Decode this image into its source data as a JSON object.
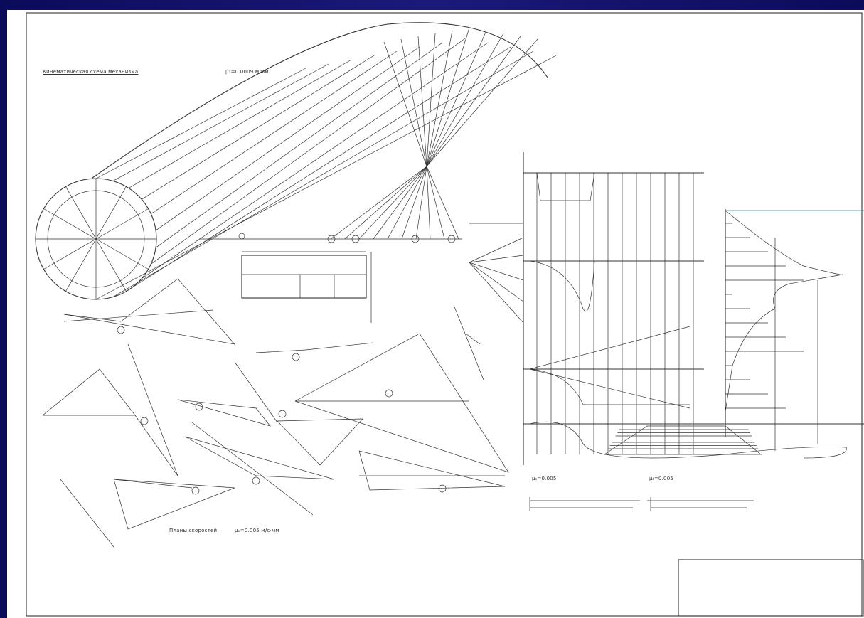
{
  "sheet": {
    "title_mechanism": "Кинематическая схема механизма",
    "scale_mechanism": "μ₁=0.0009 м/мм",
    "title_velocity": "Планы скоростей",
    "scale_velocity": "μᵥ=0.005 м/с·мм",
    "plot_scale_left": "μₛ=0.005",
    "plot_scale_right": "μₜ=0.005"
  },
  "colors": {
    "frame": "#1a1a7a",
    "paper": "#ffffff",
    "ink": "#333333",
    "guide": "#2a8a8a"
  },
  "icons": [
    "compass-circle-icon",
    "slider-block-icon",
    "title-block-icon"
  ]
}
